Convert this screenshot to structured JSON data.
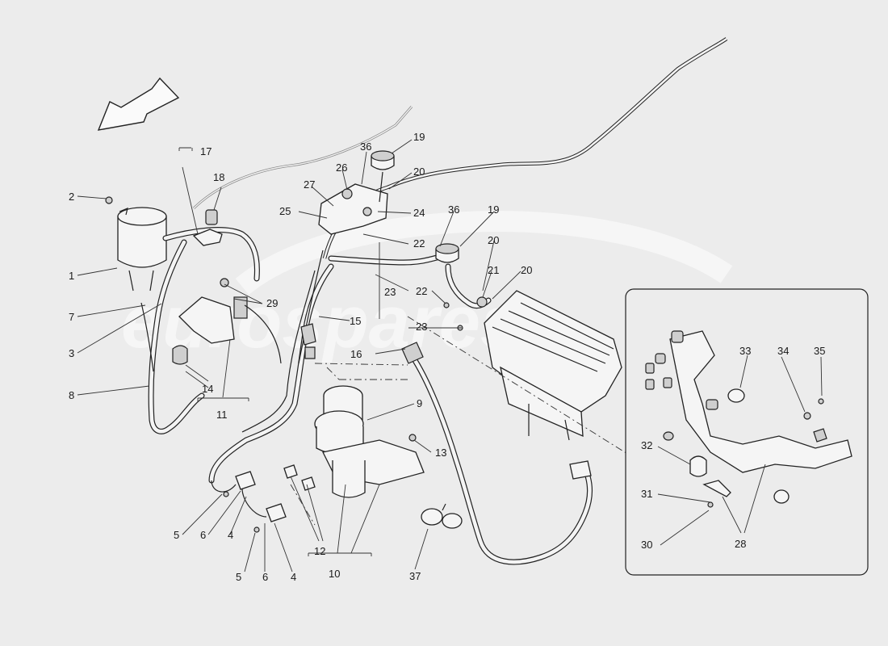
{
  "watermark": {
    "text": "eurospares"
  },
  "callouts": [
    {
      "id": "c1",
      "label": "1"
    },
    {
      "id": "c2",
      "label": "2"
    },
    {
      "id": "c3",
      "label": "3"
    },
    {
      "id": "c4a",
      "label": "4"
    },
    {
      "id": "c4b",
      "label": "4"
    },
    {
      "id": "c5a",
      "label": "5"
    },
    {
      "id": "c5b",
      "label": "5"
    },
    {
      "id": "c6a",
      "label": "6"
    },
    {
      "id": "c6b",
      "label": "6"
    },
    {
      "id": "c7",
      "label": "7"
    },
    {
      "id": "c8",
      "label": "8"
    },
    {
      "id": "c9",
      "label": "9"
    },
    {
      "id": "c10",
      "label": "10"
    },
    {
      "id": "c11",
      "label": "11"
    },
    {
      "id": "c12",
      "label": "12"
    },
    {
      "id": "c13",
      "label": "13"
    },
    {
      "id": "c14",
      "label": "14"
    },
    {
      "id": "c15",
      "label": "15"
    },
    {
      "id": "c16",
      "label": "16"
    },
    {
      "id": "c17",
      "label": "17"
    },
    {
      "id": "c18",
      "label": "18"
    },
    {
      "id": "c19a",
      "label": "19"
    },
    {
      "id": "c19b",
      "label": "19"
    },
    {
      "id": "c20a",
      "label": "20"
    },
    {
      "id": "c20b",
      "label": "20"
    },
    {
      "id": "c20c",
      "label": "20"
    },
    {
      "id": "c21",
      "label": "21"
    },
    {
      "id": "c22a",
      "label": "22"
    },
    {
      "id": "c22b",
      "label": "22"
    },
    {
      "id": "c23a",
      "label": "23"
    },
    {
      "id": "c23b",
      "label": "23"
    },
    {
      "id": "c24",
      "label": "24"
    },
    {
      "id": "c25",
      "label": "25"
    },
    {
      "id": "c26",
      "label": "26"
    },
    {
      "id": "c27",
      "label": "27"
    },
    {
      "id": "c28",
      "label": "28"
    },
    {
      "id": "c29",
      "label": "29"
    },
    {
      "id": "c30",
      "label": "30"
    },
    {
      "id": "c31",
      "label": "31"
    },
    {
      "id": "c32",
      "label": "32"
    },
    {
      "id": "c33",
      "label": "33"
    },
    {
      "id": "c34",
      "label": "34"
    },
    {
      "id": "c35",
      "label": "35"
    },
    {
      "id": "c36a",
      "label": "36"
    },
    {
      "id": "c36b",
      "label": "36"
    },
    {
      "id": "c37",
      "label": "37"
    }
  ]
}
